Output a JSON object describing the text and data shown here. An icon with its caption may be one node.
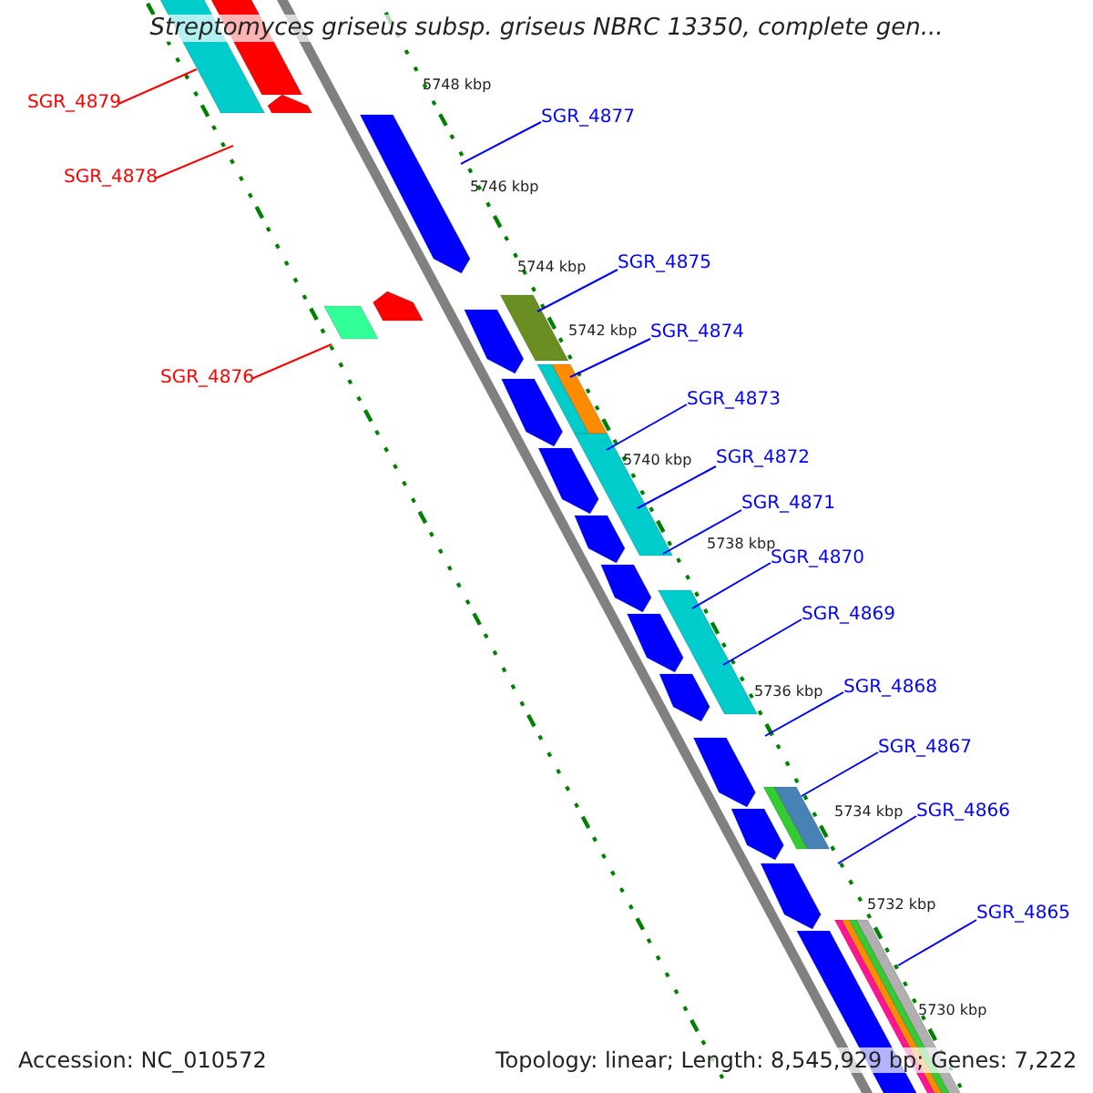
{
  "diagram": {
    "title": "Streptomyces griseus subsp. griseus NBRC 13350, complete gen...",
    "nodes": [
      {
        "text": [
          "SGR_4879"
        ]
      },
      {
        "text": [
          "SGR_4877"
        ]
      },
      {
        "text": [
          "SGR_4878"
        ]
      },
      {
        "text": [
          "SGR_4875"
        ]
      },
      {
        "text": [
          "SGR_4874"
        ]
      },
      {
        "text": [
          "SGR_4876"
        ]
      },
      {
        "text": [
          "SGR_4873"
        ]
      },
      {
        "text": [
          "SGR_4872"
        ]
      },
      {
        "text": [
          "SGR_4871"
        ]
      },
      {
        "text": [
          "SGR_4870"
        ]
      },
      {
        "text": [
          "SGR_4869"
        ]
      },
      {
        "text": [
          "SGR_4868"
        ]
      },
      {
        "text": [
          "SGR_4867"
        ]
      },
      {
        "text": [
          "SGR_4866"
        ]
      },
      {
        "text": [
          "SGR_4865"
        ]
      }
    ],
    "edges": [
      {
        "from": 0,
        "to": null,
        "arrow": "none",
        "color": "#ff0000"
      },
      {
        "from": 1,
        "to": null,
        "arrow": "none"
      },
      {
        "from": 2,
        "to": null,
        "arrow": "none",
        "color": "#ff0000"
      },
      {
        "from": 3,
        "to": null,
        "arrow": "none"
      },
      {
        "from": 4,
        "to": null,
        "arrow": "none"
      },
      {
        "from": 5,
        "to": null,
        "arrow": "none",
        "color": "#ff0000"
      },
      {
        "from": 6,
        "to": null,
        "arrow": "none"
      },
      {
        "from": 7,
        "to": null,
        "arrow": "none"
      },
      {
        "from": 8,
        "to": null,
        "arrow": "none"
      },
      {
        "from": 9,
        "to": null,
        "arrow": "none"
      },
      {
        "from": 10,
        "to": null,
        "arrow": "none"
      },
      {
        "from": 11,
        "to": null,
        "arrow": "none"
      },
      {
        "from": 12,
        "to": null,
        "arrow": "none"
      },
      {
        "from": 13,
        "to": null,
        "arrow": "none"
      },
      {
        "from": 14,
        "to": null,
        "arrow": "none"
      }
    ],
    "labels": [
      "5748 kbp",
      "5746 kbp",
      "5744 kbp",
      "5742 kbp",
      "5740 kbp",
      "5738 kbp",
      "5736 kbp",
      "5734 kbp",
      "5732 kbp",
      "5730 kbp",
      "Accession: NC_010572",
      "Topology: linear; Length: 8,545,929 bp; Genes: 7,222"
    ]
  }
}
